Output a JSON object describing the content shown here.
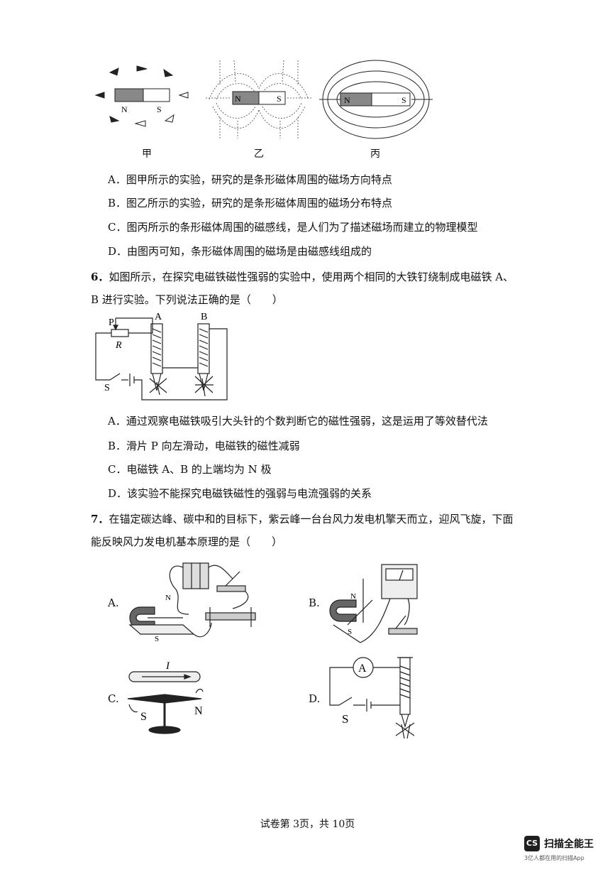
{
  "fig5": {
    "captions": [
      "甲",
      "乙",
      "丙"
    ],
    "magnet_n": "N",
    "magnet_s": "S"
  },
  "q5_options": [
    "A．图甲所示的实验，研究的是条形磁体周围的磁场方向特点",
    "B．图乙所示的实验，研究的是条形磁体周围的磁场分布特点",
    "C．图丙所示的条形磁体周围的磁感线，是人们为了描述磁场而建立的物理模型",
    "D．由图丙可知，条形磁体周围的磁场是由磁感线组成的"
  ],
  "q6": {
    "number": "6．",
    "stem_line1": "如图所示，在探究电磁铁磁性强弱的实验中，使用两个相同的大铁钉绕制成电磁铁 A、",
    "stem_line2": "B 进行实验。下列说法正确的是（　　）",
    "fig_labels": {
      "p": "P",
      "r": "R",
      "s": "S",
      "a": "A",
      "b": "B"
    },
    "options": [
      "A．通过观察电磁铁吸引大头针的个数判断它的磁性强弱，这是运用了等效替代法",
      "B．滑片 P 向左滑动，电磁铁的磁性减弱",
      "C．电磁铁 A、B 的上端均为 N 极",
      "D．该实验不能探究电磁铁磁性的强弱与电流强弱的关系"
    ]
  },
  "q7": {
    "number": "7．",
    "stem_line1": "在锚定碳达峰、碳中和的目标下，紫云峰一台台风力发电机擎天而立，迎风飞旋，下面",
    "stem_line2": "能反映风力发电机基本原理的是（　　）",
    "option_letters": [
      "A.",
      "B.",
      "C.",
      "D."
    ],
    "fig_labels": {
      "n": "N",
      "s": "S",
      "i": "I",
      "ammeter": "A"
    }
  },
  "footer": "试卷第 3页，共 10页",
  "watermark": {
    "logo": "CS",
    "name": "扫描全能王",
    "sub": "3亿人都在用的扫描App"
  }
}
